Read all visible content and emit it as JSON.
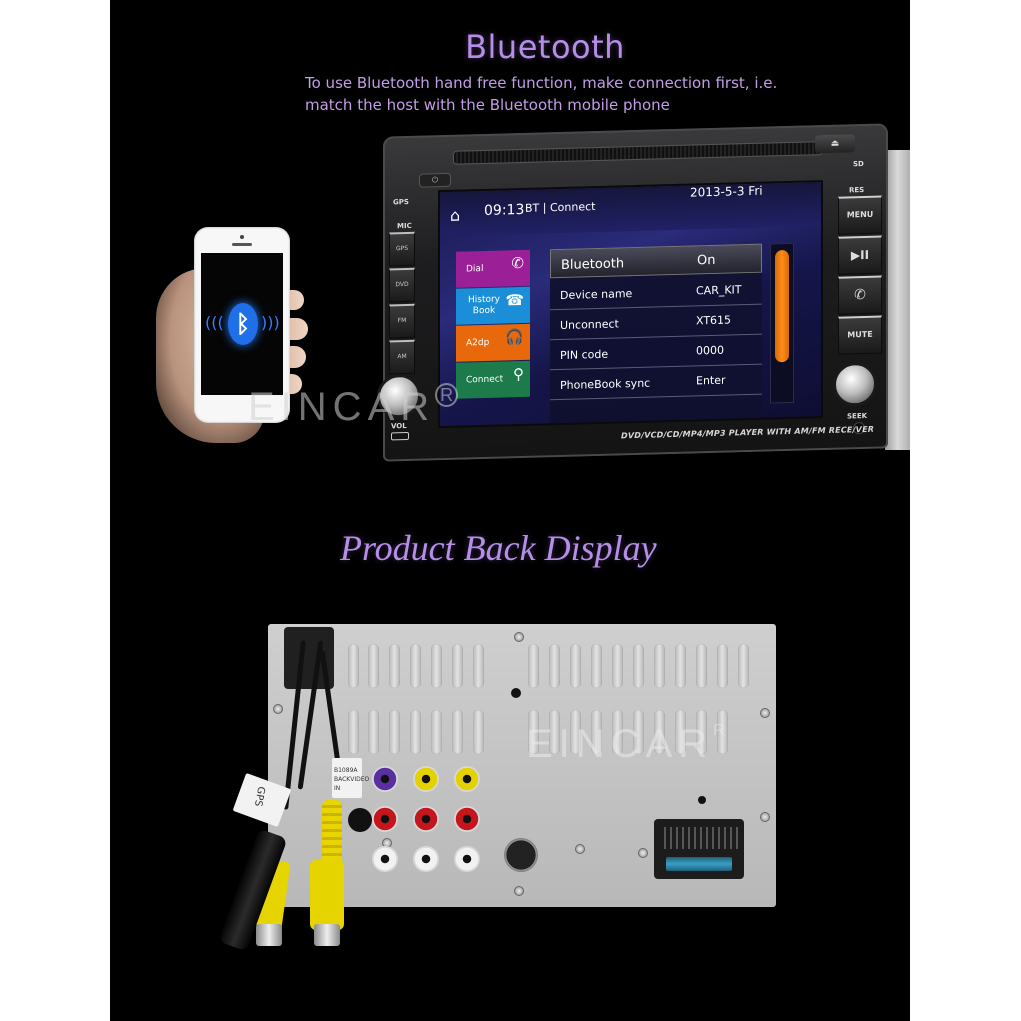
{
  "bluetooth_section": {
    "title": "Bluetooth",
    "description_line1": "To use Bluetooth hand free function, make connection first, i.e.",
    "description_line2": "match the host with the Bluetooth mobile phone"
  },
  "watermark": {
    "brand": "EINCAR",
    "registered": "R"
  },
  "phone": {
    "icon": "bluetooth-icon",
    "glyph": "ᛒ",
    "waves_left": "(((",
    "waves_right": ")))"
  },
  "head_unit": {
    "top_labels": {
      "gps": "GPS",
      "mic": "MIC",
      "sd": "SD",
      "res": "RES",
      "vol": "VOL",
      "seek": "SEEK"
    },
    "left_buttons": [
      "GPS",
      "DVD",
      "FM",
      "AM"
    ],
    "right_buttons": [
      {
        "label": "MENU",
        "icon": "menu"
      },
      {
        "label": "▶II",
        "icon": "play-pause-icon"
      },
      {
        "label": "✆",
        "icon": "phone-icon"
      },
      {
        "label": "MUTE",
        "icon": "mute"
      }
    ],
    "eject_glyph": "⏏",
    "power_glyph": "⏻",
    "caption": "DVD/VCD/CD/MP4/MP3 PLAYER WITH AM/FM RECE/VER",
    "screen": {
      "home_glyph": "⌂",
      "time": "09:13",
      "status": "BT | Connect",
      "date": "2013-5-3 Fri",
      "tiles": [
        {
          "label": "Dial",
          "color": "#9b1f96",
          "icon": "✆"
        },
        {
          "label": "History Book",
          "color": "#1a8fd8",
          "icon": "☎"
        },
        {
          "label": "A2dp",
          "color": "#e8690c",
          "icon": "🎧"
        },
        {
          "label": "Connect",
          "color": "#1d7a4a",
          "icon": "⚲"
        }
      ],
      "settings": [
        {
          "key": "Bluetooth",
          "value": "On",
          "selected": true
        },
        {
          "key": "Device name",
          "value": "CAR_KIT"
        },
        {
          "key": "Unconnect",
          "value": "XT615"
        },
        {
          "key": "PIN code",
          "value": "0000"
        },
        {
          "key": "PhoneBook sync",
          "value": "Enter"
        }
      ],
      "scrollbar_color": "#ff8c1a"
    }
  },
  "back_section": {
    "title": "Product Back Display",
    "gps_tag": "GPS",
    "cable_tag_line1": "B1089A",
    "cable_tag_line2": "BACKVIDEO IN"
  },
  "colors": {
    "heading": "#b58ee6",
    "rca_purple": "#5a2fa0",
    "rca_yellow": "#e3d200",
    "rca_red": "#c4161c",
    "rca_white": "#f2f2f2"
  }
}
